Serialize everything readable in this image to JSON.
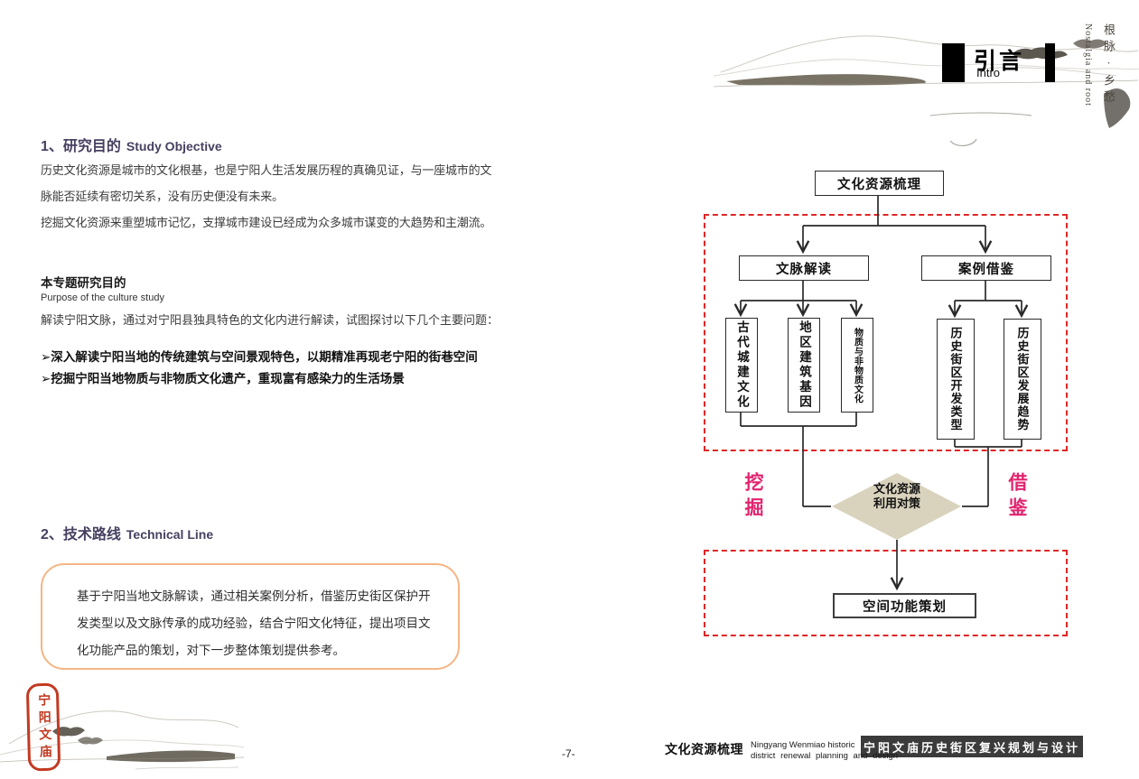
{
  "header": {
    "chapter_title_cn": "引言",
    "chapter_title_en": "Intro",
    "side_text_cn": "根脉·乡愁",
    "side_text_en": "Nostalgia and root"
  },
  "section1": {
    "heading_cn": "1、研究目的",
    "heading_en": "Study Objective",
    "para1": "历史文化资源是城市的文化根基，也是宁阳人生活发展历程的真确见证，与一座城市的文脉能否延续有密切关系，没有历史便没有未来。",
    "para2": "挖掘文化资源来重塑城市记忆，支撑城市建设已经成为众多城市谋变的大趋势和主潮流。",
    "sub_heading_cn": "本专题研究目的",
    "sub_heading_en": "Purpose of the culture study",
    "intro_line": "解读宁阳文脉，通过对宁阳县独具特色的文化内进行解读，试图探讨以下几个主要问题：",
    "bullet1": "➢深入解读宁阳当地的传统建筑与空间景观特色，以期精准再现老宁阳的街巷空间",
    "bullet2": "➢挖掘宁阳当地物质与非物质文化遗产，重现富有感染力的生活场景"
  },
  "section2": {
    "heading_cn": "2、技术路线",
    "heading_en": "Technical Line",
    "box_text": "基于宁阳当地文脉解读，通过相关案例分析，借鉴历史街区保护开发类型以及文脉传承的成功经验，结合宁阳文化特征，提出项目文化功能产品的策划，对下一步整体策划提供参考。"
  },
  "flowchart": {
    "root": "文化资源梳理",
    "branch_left": "文脉解读",
    "branch_right": "案例借鉴",
    "left_items": [
      "古代城建文化",
      "地区建筑基因",
      "物质与非物质文化"
    ],
    "right_items": [
      "历史街区开发类型",
      "历史街区发展趋势"
    ],
    "diamond_line1": "文化资源",
    "diamond_line2": "利用对策",
    "label_left": "挖掘",
    "label_right": "借鉴",
    "result": "空间功能策划",
    "colors": {
      "dashed_border": "#e02626",
      "diamond_fill": "#d9d3bd",
      "pink_label": "#e2246f",
      "line": "#2a2a2a"
    }
  },
  "footer": {
    "page_number": "-7-",
    "doc_title_cn": "文化资源梳理",
    "doc_title_en_line1": "Ningyang Wenmiao historic",
    "doc_title_en_line2": "district renewal planning and design",
    "project_title": "宁阳文庙历史街区复兴规划与设计",
    "project_title_bg": "#3b3b3b"
  },
  "seal": {
    "text": "宁阳文庙",
    "color": "#c23a22"
  },
  "theme": {
    "heading_color": "#474060",
    "accent_orange": "#f5b585"
  }
}
